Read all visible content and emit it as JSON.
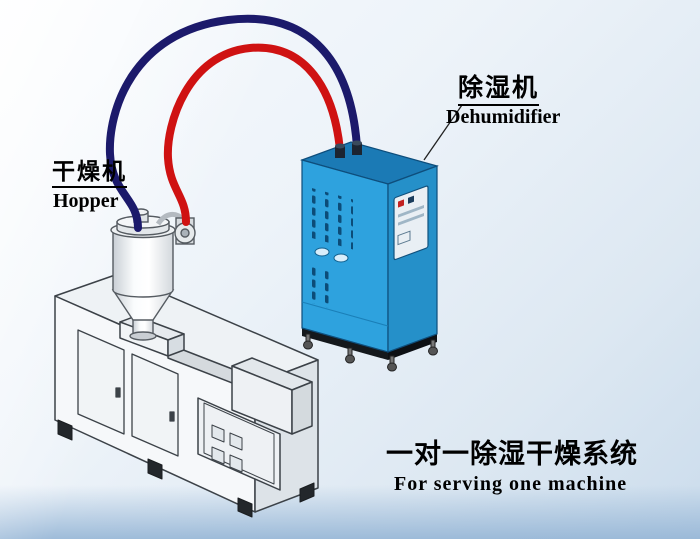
{
  "labels": {
    "hopper_cn": "干燥机",
    "hopper_en": "Hopper",
    "dehumidifier_cn": "除湿机",
    "dehumidifier_en": "Dehumidifier",
    "title_cn": "一对一除湿干燥系统",
    "title_en": "For serving one machine"
  },
  "colors": {
    "pipe_navy": "#1c1a6b",
    "pipe_red": "#cf1212",
    "machine_blue_front": "#2ea2de",
    "machine_blue_side": "#2590c9",
    "machine_blue_top": "#1b7ab5"
  },
  "diagram": {
    "components": [
      "hopper-dryer",
      "dehumidifier-unit",
      "extruder-machine",
      "blue-supply-pipe",
      "red-return-pipe"
    ]
  }
}
